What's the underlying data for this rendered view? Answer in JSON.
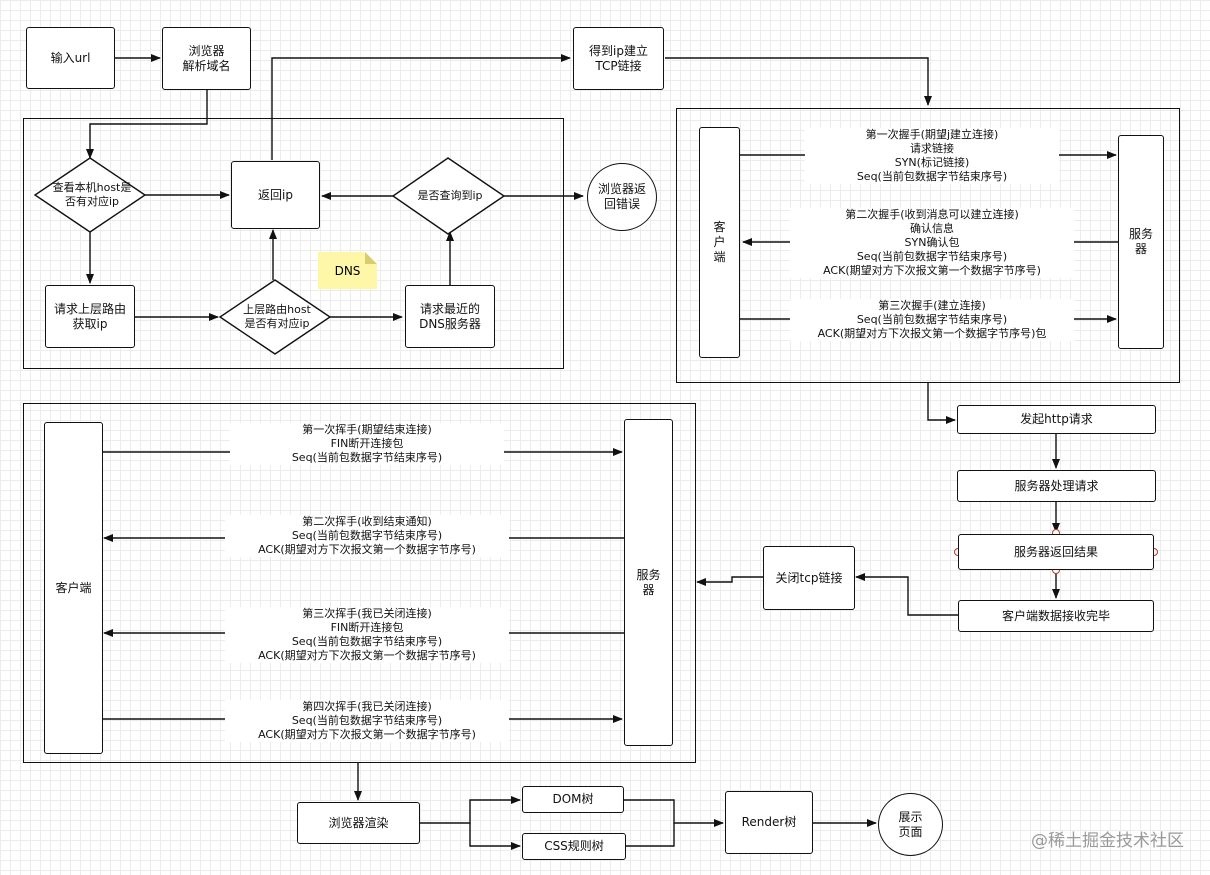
{
  "nodes": {
    "input_url": "输入url",
    "parse_domain": "浏览器\n解析域名",
    "get_ip_tcp": "得到ip建立\nTCP链接",
    "check_host": "查看本机host是\n否有对应ip",
    "return_ip": "返回ip",
    "query_ip": "是否查询到ip",
    "browser_error": "浏览器返\n回错误",
    "request_router": "请求上层路由\n获取ip",
    "router_host": "上层路由host\n是否有对应ip",
    "request_dns": "请求最近的\nDNS服务器",
    "dns_note": "DNS",
    "client_handshake": "客\n户\n端",
    "server_handshake": "服务\n器",
    "http_request": "发起http请求",
    "server_process": "服务器处理请求",
    "server_return": "服务器返回结果",
    "client_receive": "客户端数据接收完毕",
    "close_tcp": "关闭tcp链接",
    "client_wave": "客户端",
    "server_wave": "服务\n器",
    "browser_render": "浏览器渲染",
    "dom_tree": "DOM树",
    "css_tree": "CSS规则树",
    "render_tree": "Render树",
    "show_page": "展示\n页面"
  },
  "handshake": {
    "first": "第一次握手(期望j建立连接)\n请求链接\nSYN(标记链接)\nSeq(当前包数据字节结束序号)",
    "second": "第二次握手(收到消息可以建立连接)\n确认信息\nSYN确认包\nSeq(当前包数据字节结束序号)\nACK(期望对方下次报文第一个数据字节序号)",
    "third": "第三次握手(建立连接)\nSeq(当前包数据字节结束序号)\nACK(期望对方下次报文第一个数据字节序号)包"
  },
  "wave": {
    "first": "第一次挥手(期望结束连接)\nFIN断开连接包\nSeq(当前包数据字节结束序号)",
    "second": "第二次挥手(收到结束通知)\nSeq(当前包数据字节结束序号)\nACK(期望对方下次报文第一个数据字节序号)",
    "third": "第三次挥手(我已关闭连接)\nFIN断开连接包\nSeq(当前包数据字节结束序号)\nACK(期望对方下次报文第一个数据字节序号)",
    "fourth": "第四次挥手(我已关闭连接)\nSeq(当前包数据字节结束序号)\nACK(期望对方下次报文第一个数据字节序号)"
  },
  "watermark": "@稀土掘金技术社区",
  "colors": {
    "line": "#111111",
    "note": "#fff7a8",
    "grid": "#ececec",
    "handle": "#c0392b"
  }
}
